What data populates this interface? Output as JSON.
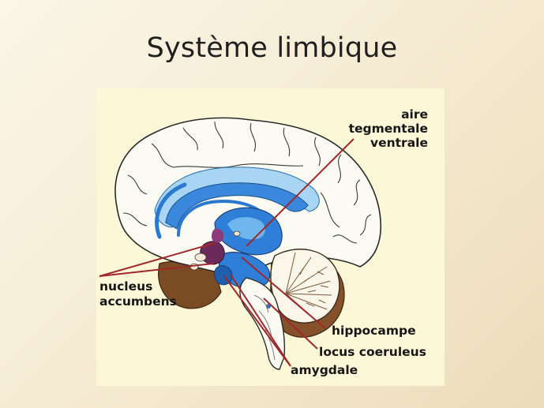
{
  "slide": {
    "title": "Système limbique"
  },
  "diagram": {
    "labels": {
      "aire_tegmentale_ventrale": [
        "aire",
        "tegmentale",
        "ventrale"
      ],
      "nucleus_accumbens": [
        "nucleus",
        "accumbens"
      ],
      "hippocampe": "hippocampe",
      "locus_coeruleus": "locus coeruleus",
      "amygdale": "amygdale"
    },
    "colors": {
      "background": "#fbf7d7",
      "cortex": "#fbfbf3",
      "limbic_blue": "#3f8ee0",
      "light_blue": "#a9d6f3",
      "brown": "#7a4a24",
      "leader_lines": "#a0282b"
    }
  }
}
